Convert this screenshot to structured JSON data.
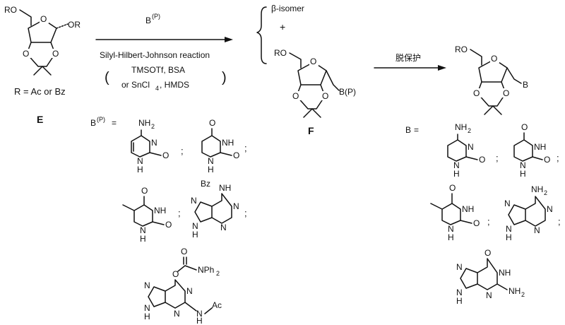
{
  "scheme": {
    "reagent_top": "B",
    "reagent_top_sup": "(P)",
    "reaction_name": "Silyl-Hilbert-Johnson reaction",
    "conditions_line1": "TMSOTf, BSA",
    "conditions_line2": "or SnCl",
    "conditions_line2_sub": "4",
    "conditions_line2_tail": ", HMDS",
    "paren_left": "(",
    "paren_right": ")",
    "beta_isomer": "β-isomer",
    "plus": "+",
    "deprotect": "脱保护"
  },
  "compound_E": {
    "label": "E",
    "ro": "RO",
    "or": "OR",
    "o_ring": "O",
    "o_left": "O",
    "o_right": "O",
    "r_def": "R = Ac or Bz"
  },
  "compound_F": {
    "label": "F",
    "ro": "RO",
    "o_ring": "O",
    "o_left": "O",
    "o_right": "O",
    "bp": "B(P)"
  },
  "product": {
    "ro": "RO",
    "o_ring": "O",
    "o_left": "O",
    "o_right": "O",
    "b": "B"
  },
  "bp_bases": {
    "header_main": "B",
    "header_sup": "(P)",
    "header_eq": "=",
    "cytosine": {
      "nh2": "NH",
      "nh2_sub": "2",
      "n": "N",
      "nh": "N",
      "h": "H",
      "o": "O"
    },
    "uracil": {
      "o_top": "O",
      "nh_top": "NH",
      "n": "N",
      "h": "H",
      "o": "O"
    },
    "thymine": {
      "o_top": "O",
      "nh": "NH",
      "n": "N",
      "h": "H",
      "o": "O"
    },
    "bz_adenine": {
      "bz": "Bz",
      "nh": "NH",
      "n1": "N",
      "n3": "N",
      "n7": "N",
      "n9": "N",
      "h": "H"
    },
    "guanine_p": {
      "o_carb": "O",
      "o_link": "O",
      "nph2": "NPh",
      "nph2_sub": "2",
      "n1": "N",
      "n3": "N",
      "n7": "N",
      "n9": "N",
      "h9": "H",
      "nh": "N",
      "h": "H",
      "ac": "Ac"
    },
    "sep1": ";",
    "sep2": ";",
    "sep3": ";",
    "sep4": ";"
  },
  "b_bases": {
    "header_main": "B",
    "header_eq": "=",
    "cytosine": {
      "nh2": "NH",
      "nh2_sub": "2",
      "n": "N",
      "nh": "N",
      "h": "H",
      "o": "O"
    },
    "uracil": {
      "o_top": "O",
      "nh_top": "NH",
      "n": "N",
      "h": "H",
      "o": "O"
    },
    "thymine": {
      "o_top": "O",
      "nh": "NH",
      "n": "N",
      "h": "H",
      "o": "O"
    },
    "adenine": {
      "nh2": "NH",
      "nh2_sub": "2",
      "n1": "N",
      "n3": "N",
      "n7": "N",
      "n9": "N",
      "h": "H"
    },
    "guanine": {
      "o": "O",
      "nh": "NH",
      "n3": "N",
      "n7": "N",
      "n9": "N",
      "h9": "H",
      "nh2": "NH",
      "nh2_sub": "2"
    },
    "sep1": ";",
    "sep2": ";",
    "sep3": ";",
    "sep4": ";"
  }
}
